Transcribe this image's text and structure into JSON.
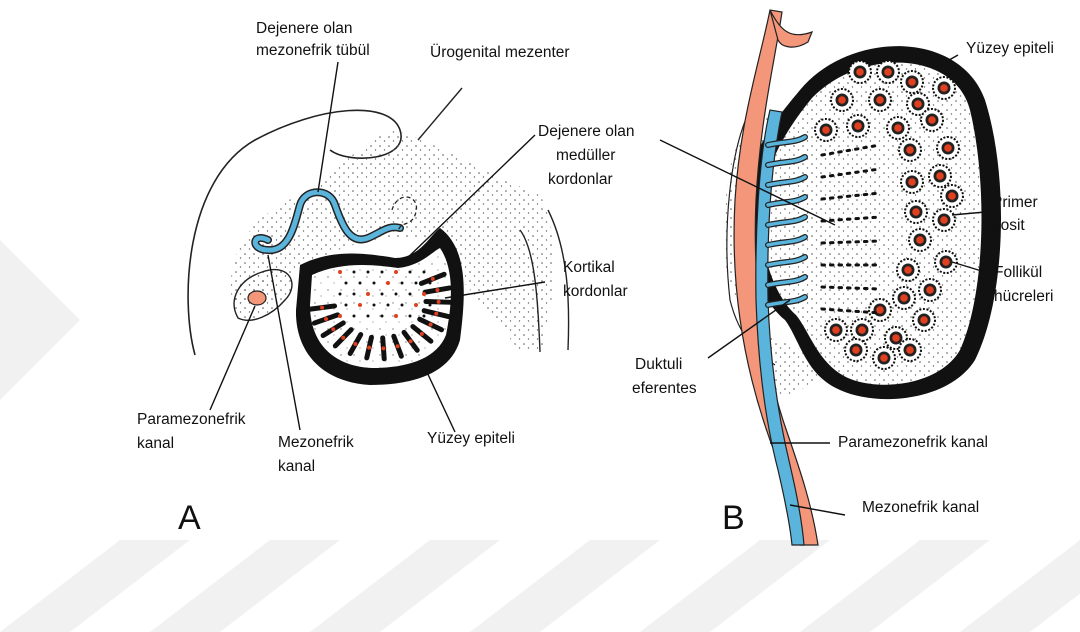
{
  "panels": {
    "a": {
      "letter": "A",
      "labels": {
        "deg_tubule_1": "Dejenere olan",
        "deg_tubule_2": "mezonefrik tübül",
        "urogenital": "Ürogenital mezenter",
        "deg_medullary_1": "Dejenere olan",
        "deg_medullary_2": "medüller",
        "deg_medullary_3": "kordonlar",
        "cortical_1": "Kortikal",
        "cortical_2": "kordonlar",
        "paramesonephric_1": "Paramezonefrik",
        "paramesonephric_2": "kanal",
        "mesonephric_1": "Mezonefrik",
        "mesonephric_2": "kanal",
        "surface": "Yüzey epiteli"
      }
    },
    "b": {
      "letter": "B",
      "labels": {
        "surface": "Yüzey epiteli",
        "primary_1": "Primer",
        "primary_2": "oosit",
        "follicle_1": "Follikül",
        "follicle_2": "hücreleri",
        "ductuli_1": "Duktuli",
        "ductuli_2": "eferentes",
        "paramesonephric": "Paramezonefrik kanal",
        "mesonephric": "Mezonefrik kanal"
      }
    }
  },
  "colors": {
    "mesonephric_duct": "#5ab4dc",
    "paramesonephric_duct": "#f3967a",
    "epithelium": "#111111",
    "germ_cell": "#e0401f",
    "watermark": "#f1f1f1"
  }
}
